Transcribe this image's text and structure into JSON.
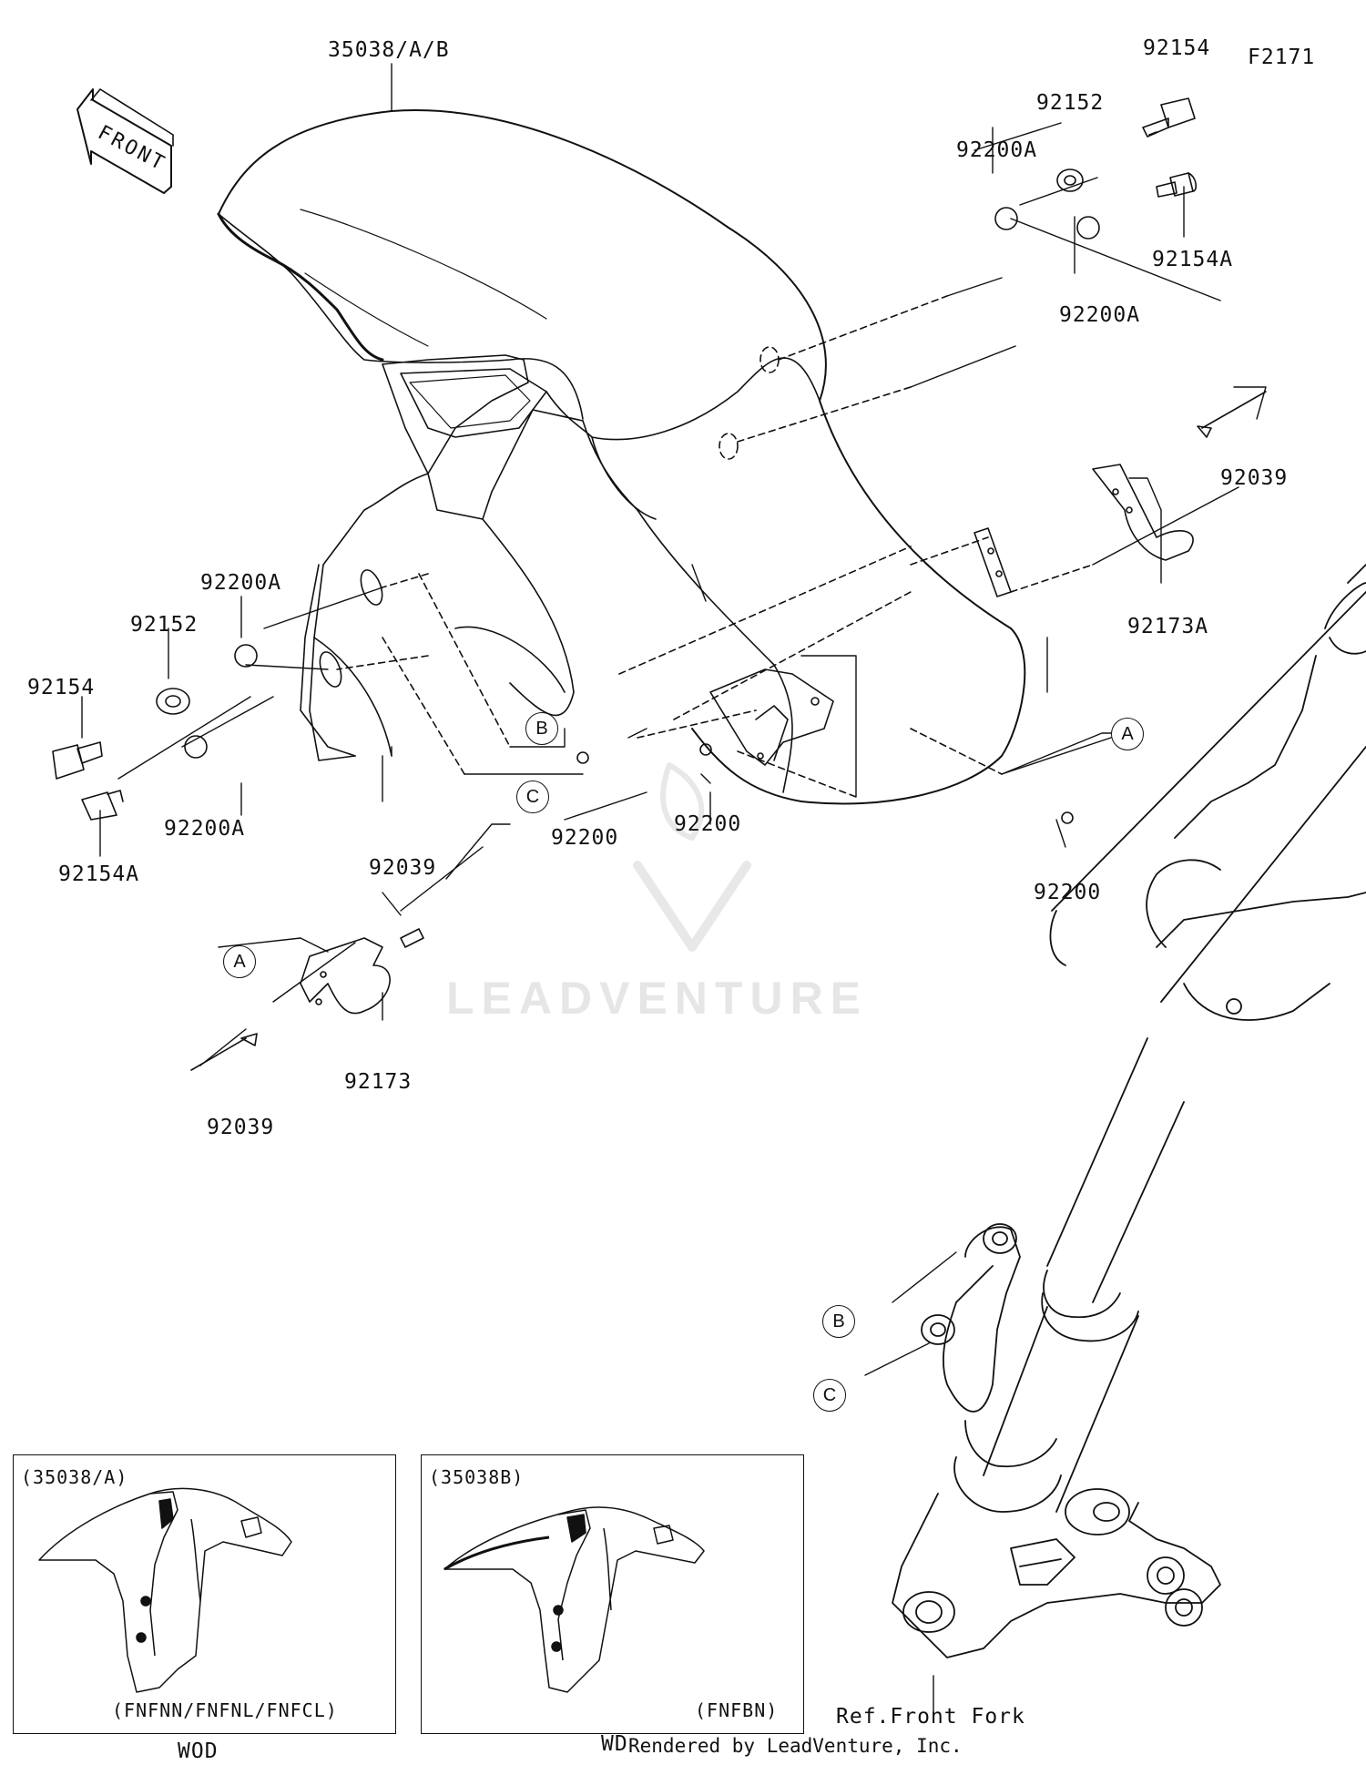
{
  "figure_code": "F2171",
  "front_arrow_text": "FRONT",
  "part_labels": {
    "fender": "35038/A/B",
    "bolt_top": "92154",
    "washer_top": "92152",
    "oring_top_left": "92200A",
    "bolt_top_right": "92154A",
    "oring_top_right": "92200A",
    "rivet_right": "92039",
    "clamp_right": "92173A",
    "oring_left_top": "92200A",
    "washer_left": "92152",
    "bolt_left": "92154",
    "oring_left_bottom": "92200A",
    "bolt_left_bottom": "92154A",
    "grommet_1": "92200",
    "grommet_2": "92200",
    "grommet_3": "92200",
    "rivet_left_top": "92039",
    "clamp_left": "92173",
    "rivet_left_bottom": "92039"
  },
  "callouts": {
    "a_right": "A",
    "b_mid": "B",
    "c_mid": "C",
    "a_left": "A",
    "b_fork": "B",
    "c_fork": "C"
  },
  "ref_label": "Ref.Front Fork",
  "watermark": "LEADVENTURE",
  "insets": [
    {
      "code": "(35038/A)",
      "models": "(FNFNN/FNFNL/FNFCL)",
      "caption": "WOD"
    },
    {
      "code": "(35038B)",
      "models": "(FNFBN)",
      "caption": "WD"
    }
  ],
  "footer": "Rendered by LeadVenture, Inc."
}
